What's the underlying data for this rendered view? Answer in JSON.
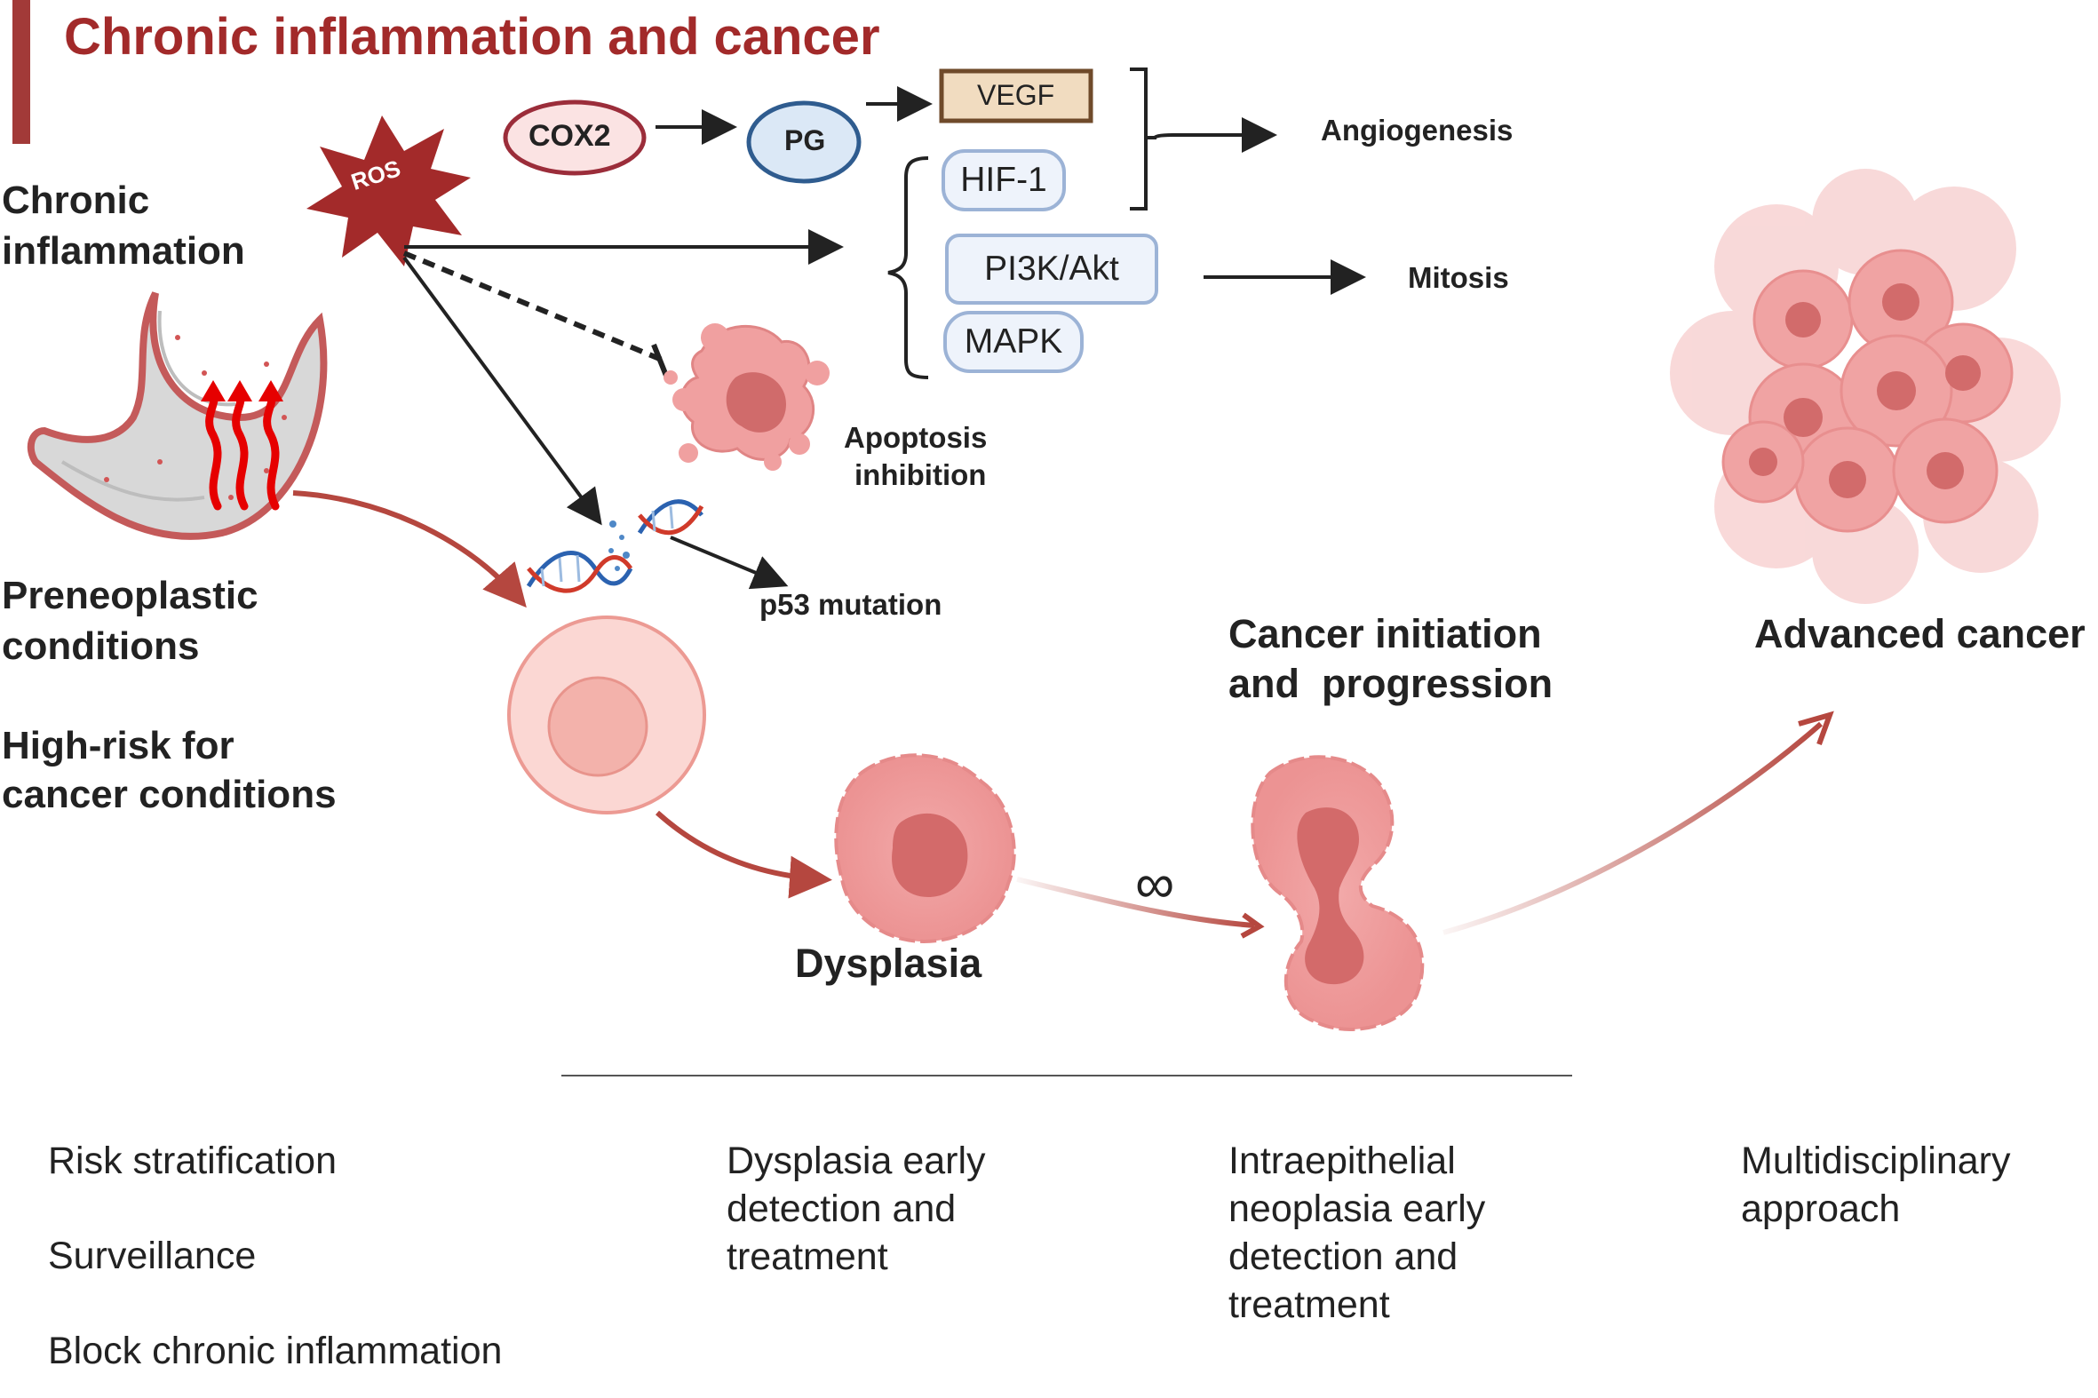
{
  "title": "Chronic inflammation and cancer",
  "accent_color": "#a22a2a",
  "left_labels": {
    "chronic_inflammation": [
      "Chronic",
      "inflammation"
    ],
    "preneoplastic": [
      "Preneoplastic",
      "conditions"
    ],
    "high_risk": [
      "High-risk for",
      "cancer conditions"
    ]
  },
  "pathway": {
    "ros": "ROS",
    "cox2": "COX2",
    "pg": "PG",
    "vegf": "VEGF",
    "hif1": "HIF-1",
    "pi3k": "PI3K/Akt",
    "mapk": "MAPK",
    "angiogenesis": "Angiogenesis",
    "mitosis": "Mitosis",
    "apoptosis": [
      "Apoptosis",
      "inhibition"
    ],
    "p53": "p53 mutation"
  },
  "stages": {
    "dysplasia": "Dysplasia",
    "initiation": [
      "Cancer initiation",
      "and  progression"
    ],
    "advanced": "Advanced cancer",
    "infinity": "∞"
  },
  "bottom": {
    "col1": [
      "Risk stratification",
      "Surveillance",
      "Block chronic inflammation"
    ],
    "col2": [
      "Dysplasia early",
      "detection and",
      "treatment"
    ],
    "col3": [
      "Intraepithelial",
      "neoplasia early",
      "detection and",
      "treatment"
    ],
    "col4": [
      "Multidisciplinary",
      "approach"
    ]
  }
}
